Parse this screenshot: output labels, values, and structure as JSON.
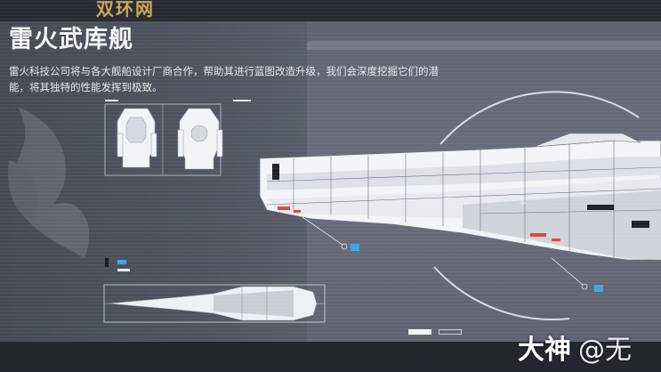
{
  "watermark_top": "双环网",
  "title": "雷火武库舰",
  "description": "雷火科技公司将与各大舰船设计厂商合作，帮助其进行蓝图改造升级，我们会深度挖掘它们的潜能，将其独特的性能发挥到极致。",
  "pagination": {
    "total": 2,
    "active_index": 0
  },
  "watermark_bottom": {
    "brand": "大神",
    "handle": "@无"
  },
  "colors": {
    "accent_blue": "#3fa3e8",
    "accent_red": "#d94a3a",
    "line": "#ffffff"
  }
}
